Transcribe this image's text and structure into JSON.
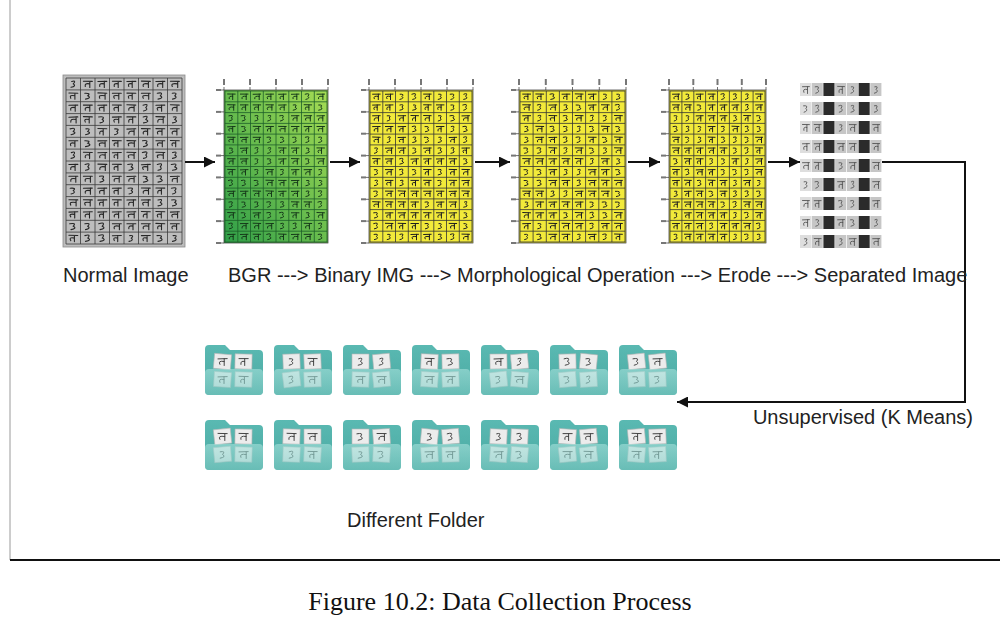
{
  "diagram": {
    "caption": "Figure 10.2: Data Collection Process",
    "nodes": [
      {
        "text": [
          "Normal Image"
        ]
      },
      {
        "text": [
          "BGR"
        ]
      },
      {
        "text": [
          "Binary IMG"
        ]
      },
      {
        "text": [
          "Morphological Operation"
        ]
      },
      {
        "text": [
          "Erode"
        ]
      },
      {
        "text": [
          "Separated Image"
        ]
      },
      {
        "text": [
          "Different Folder"
        ]
      }
    ],
    "edges": [
      {
        "from": 0,
        "to": 1,
        "arrow": "to"
      },
      {
        "from": 1,
        "to": 2,
        "arrow": "to"
      },
      {
        "from": 2,
        "to": 3,
        "arrow": "to"
      },
      {
        "from": 3,
        "to": 4,
        "arrow": "to"
      },
      {
        "from": 4,
        "to": 5,
        "arrow": "to"
      },
      {
        "from": 5,
        "to": 6,
        "label": "Unsupervised (K Means)",
        "arrow": "to"
      }
    ],
    "labels": [
      "--->",
      "--->",
      "--->",
      "--->"
    ]
  }
}
